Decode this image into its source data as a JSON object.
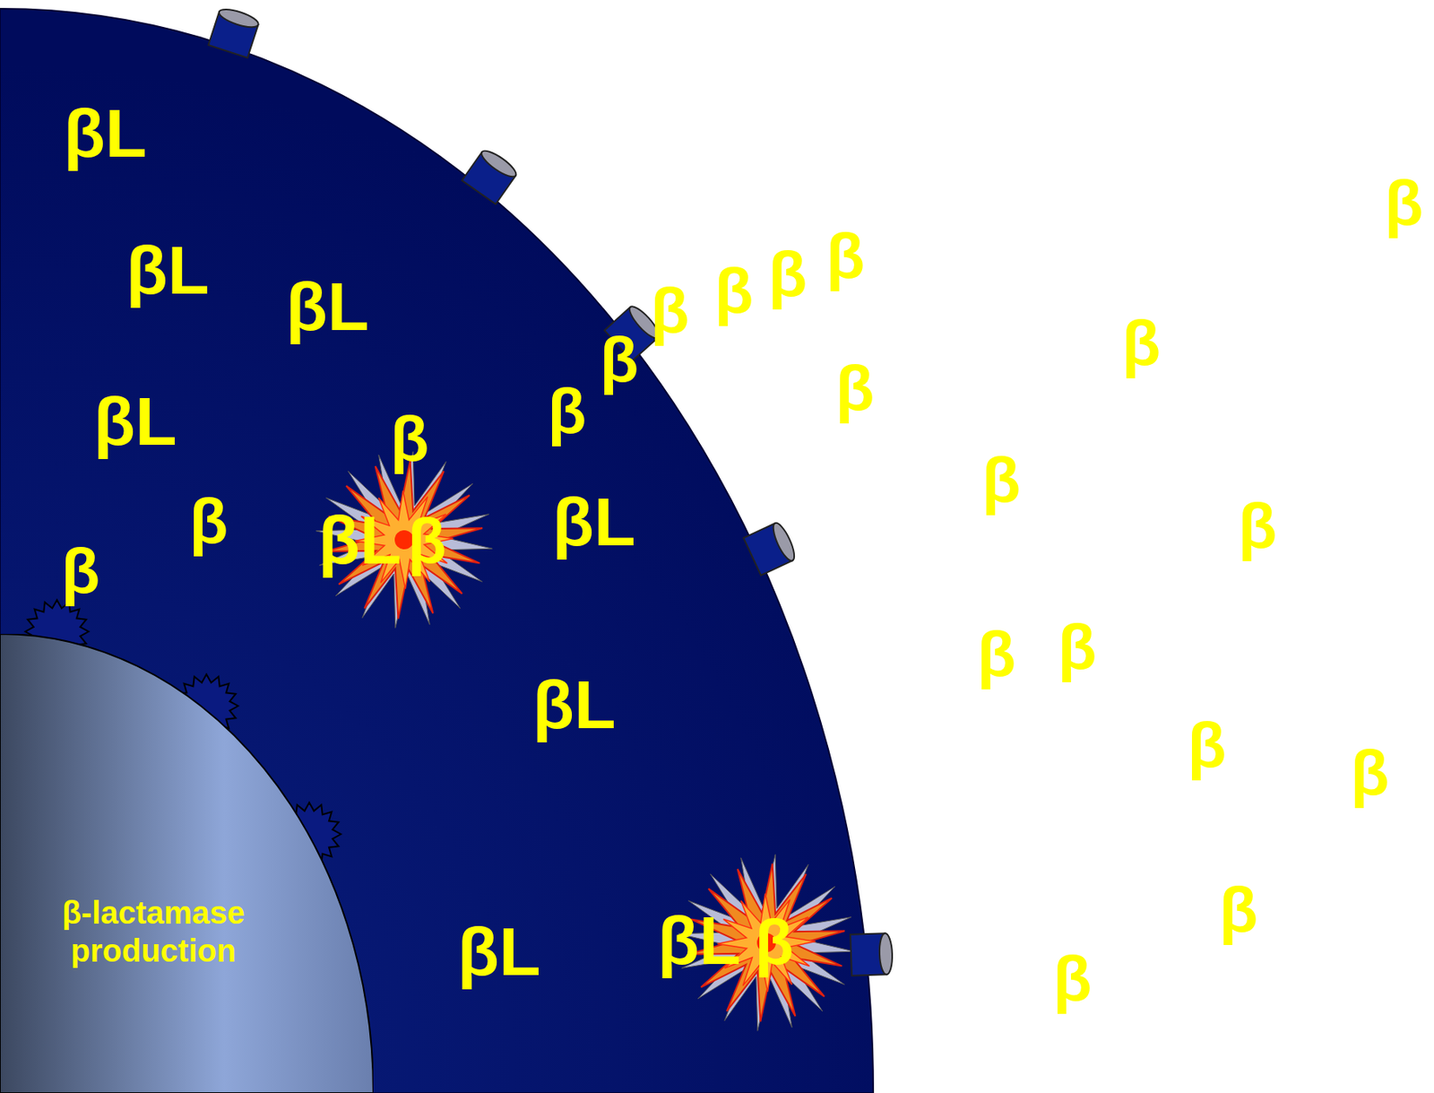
{
  "diagram": {
    "nodes": [
      {
        "text": [
          "β-lactamase production"
        ]
      }
    ],
    "labels": [
      "βL",
      "βL",
      "βL",
      "βL",
      "βL",
      "βL",
      "βL",
      "βL",
      "βL",
      "β",
      "β",
      "β",
      "β",
      "β",
      "β",
      "β",
      "β",
      "β",
      "β",
      "β",
      "β",
      "β",
      "β",
      "β",
      "β",
      "β",
      "β",
      "β",
      "β",
      "β",
      "β"
    ]
  }
}
